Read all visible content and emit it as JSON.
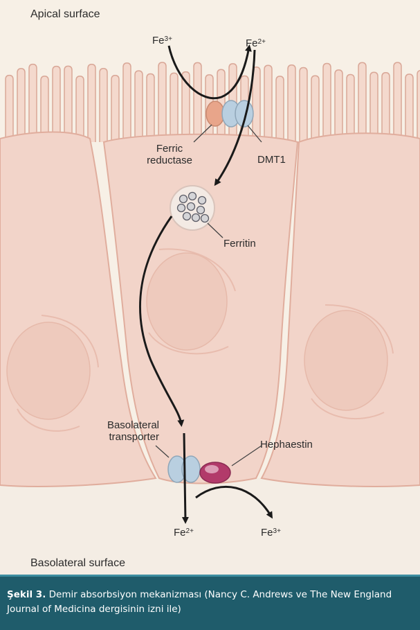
{
  "labels": {
    "apical_surface": "Apical surface",
    "basolateral_surface": "Basolateral surface",
    "fe3_top": {
      "base": "Fe",
      "sup": "3+"
    },
    "fe2_top": {
      "base": "Fe",
      "sup": "2+"
    },
    "ferric_reductase_1": "Ferric",
    "ferric_reductase_2": "reductase",
    "dmt1": "DMT1",
    "ferritin": "Ferritin",
    "basolateral_transporter_1": "Basolateral",
    "basolateral_transporter_2": "transporter",
    "hephaestin": "Hephaestin",
    "fe2_bottom": {
      "base": "Fe",
      "sup": "2+"
    },
    "fe3_bottom": {
      "base": "Fe",
      "sup": "3+"
    }
  },
  "caption": {
    "label": "Şekil 3.",
    "text": " Demir absorbsiyon mekanizması (Nancy C. Andrews ve The New England Journal of Medicina  dergisinin izni ile)"
  },
  "colors": {
    "background": "#f7f0e6",
    "cell": "#f2d4c9",
    "cell_outline": "#e3b1a2",
    "caption_bg": "#1f5c6b",
    "ferric_reductase": "#e8a58a",
    "dmt1": "#b9cfe0",
    "hephaestin": "#b23a6a",
    "arrow": "#1a1a1a"
  }
}
